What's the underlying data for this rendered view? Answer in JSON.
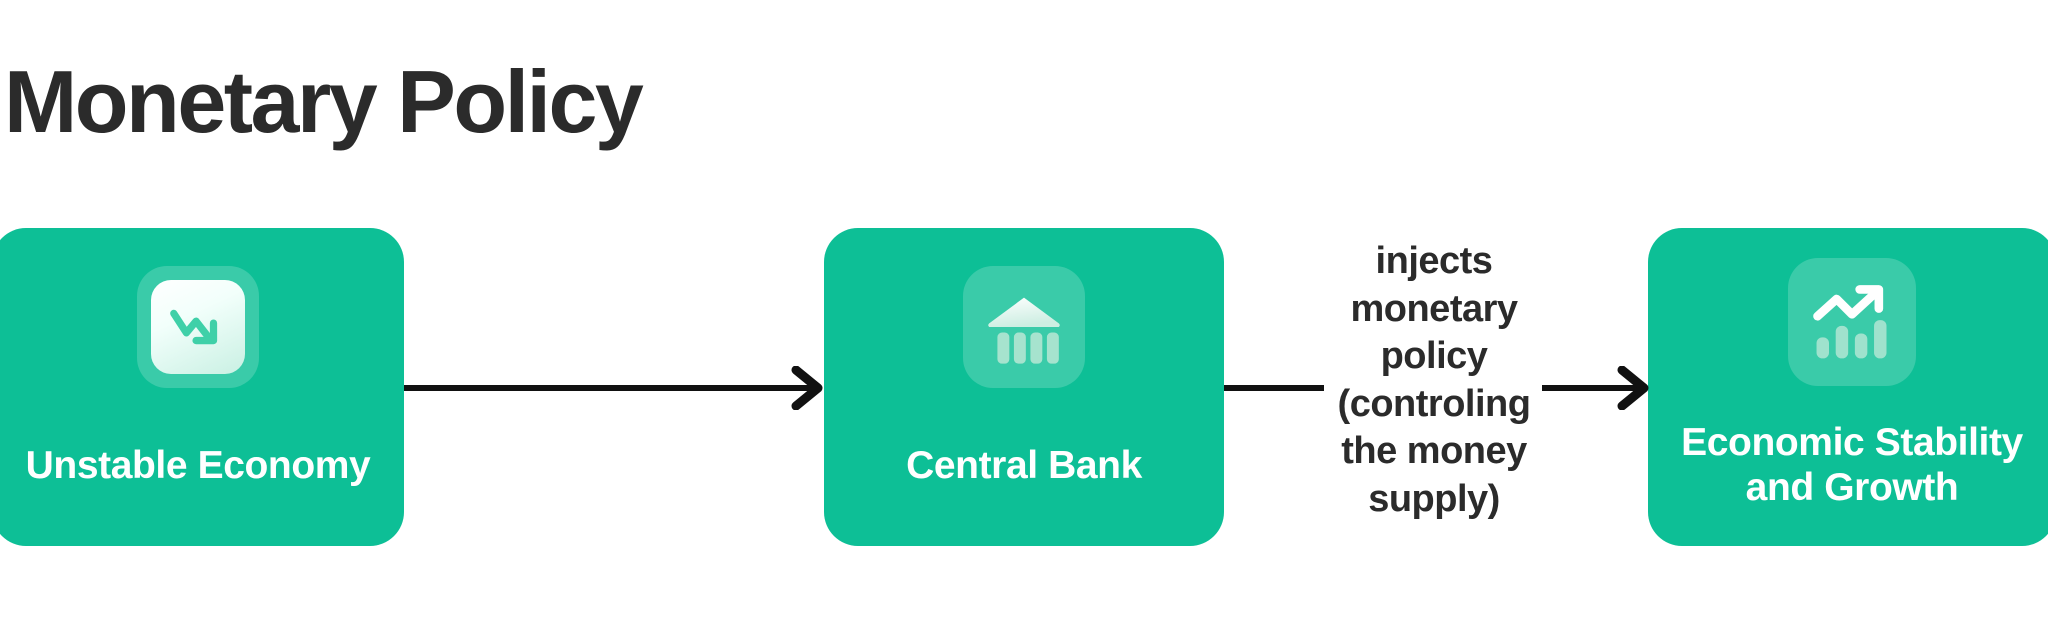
{
  "title": "Monetary Policy",
  "theme": {
    "card_fill": "#0dbf96",
    "title_color": "#2b2b2b",
    "label_color": "#ffffff",
    "arrow_color": "#111111",
    "background": "#ffffff",
    "icon_tile_fill": "rgba(255,255,255,0.19)"
  },
  "nodes": [
    {
      "id": "unstable-economy",
      "label": "Unstable Economy",
      "icon": "trend-down-icon"
    },
    {
      "id": "central-bank",
      "label": "Central Bank",
      "icon": "bank-building-icon"
    },
    {
      "id": "economic-stability-and-growth",
      "label": "Economic Stability\nand Growth",
      "icon": "growth-chart-icon"
    }
  ],
  "edges": [
    {
      "id": "edge-1",
      "from": "unstable-economy",
      "to": "central-bank",
      "label": "",
      "arrowhead": true
    },
    {
      "id": "edge-2",
      "from": "central-bank",
      "to": "edge-caption",
      "label": "",
      "arrowhead": false
    },
    {
      "id": "edge-3",
      "from": "edge-caption",
      "to": "economic-stability-and-growth",
      "label": "",
      "arrowhead": true
    }
  ],
  "edge_caption": "injects\nmonetary\npolicy\n(controling\nthe money\nsupply)"
}
